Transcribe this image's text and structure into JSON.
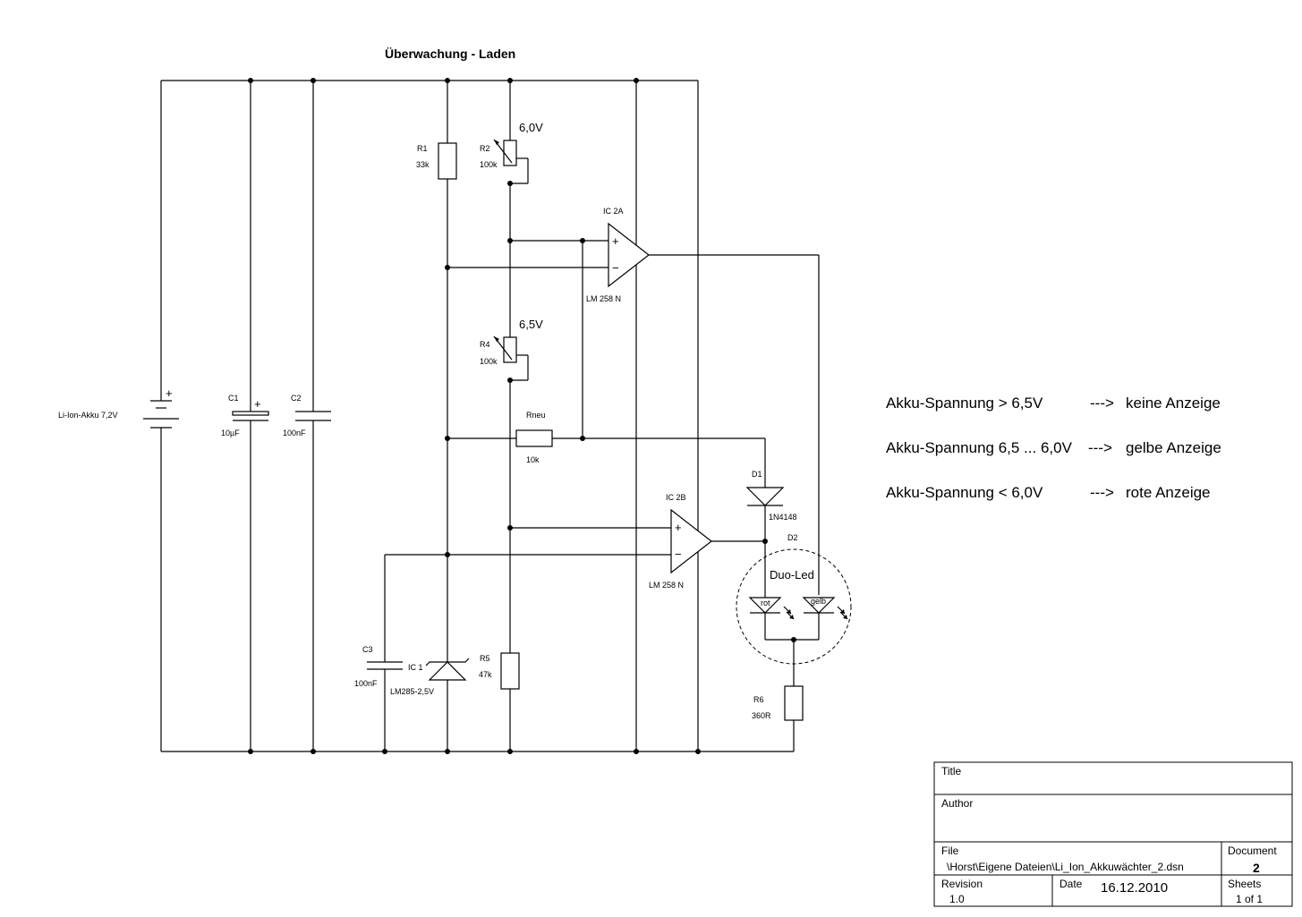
{
  "title": "Überwachung  - Laden",
  "components": {
    "battery": {
      "label": "Li-Ion-Akku 7,2V",
      "plus": "+"
    },
    "c1": {
      "ref": "C1",
      "value": "10µF",
      "plus": "+"
    },
    "c2": {
      "ref": "C2",
      "value": "100nF"
    },
    "c3": {
      "ref": "C3",
      "value": "100nF"
    },
    "r1": {
      "ref": "R1",
      "value": "33k"
    },
    "r2": {
      "ref": "R2",
      "value": "100k",
      "setting": "6,0V"
    },
    "r4": {
      "ref": "R4",
      "value": "100k",
      "setting": "6,5V"
    },
    "rneu": {
      "ref": "Rneu",
      "value": "10k"
    },
    "r5": {
      "ref": "R5",
      "value": "47k"
    },
    "r6": {
      "ref": "R6",
      "value": "360R"
    },
    "ic1": {
      "ref": "IC 1",
      "value": "LM285-2,5V"
    },
    "ic2a": {
      "ref": "IC 2A",
      "value": "LM 258 N",
      "plus": "+",
      "minus": "−"
    },
    "ic2b": {
      "ref": "IC 2B",
      "value": "LM 258 N",
      "plus": "+",
      "minus": "−"
    },
    "d1": {
      "ref": "D1",
      "value": "1N4148"
    },
    "d2": {
      "ref": "D2",
      "value": "Duo-Led",
      "led_red": "rot",
      "led_yellow": "gelb"
    }
  },
  "notes": [
    {
      "condition": "Akku-Spannung > 6,5V",
      "arrow": "--->",
      "result": "keine Anzeige"
    },
    {
      "condition": "Akku-Spannung 6,5 ... 6,0V",
      "arrow": "--->",
      "result": "gelbe Anzeige"
    },
    {
      "condition": "Akku-Spannung < 6,0V",
      "arrow": "--->",
      "result": "rote Anzeige"
    }
  ],
  "title_block": {
    "title_label": "Title",
    "title_value": "",
    "author_label": "Author",
    "author_value": "",
    "file_label": "File",
    "file_value": "\\Horst\\Eigene Dateien\\Li_Ion_Akkuwächter_2.dsn",
    "document_label": "Document",
    "document_value": "2",
    "revision_label": "Revision",
    "revision_value": "1.0",
    "date_label": "Date",
    "date_value": "16.12.2010",
    "sheets_label": "Sheets",
    "sheets_value": "1 of 1"
  }
}
